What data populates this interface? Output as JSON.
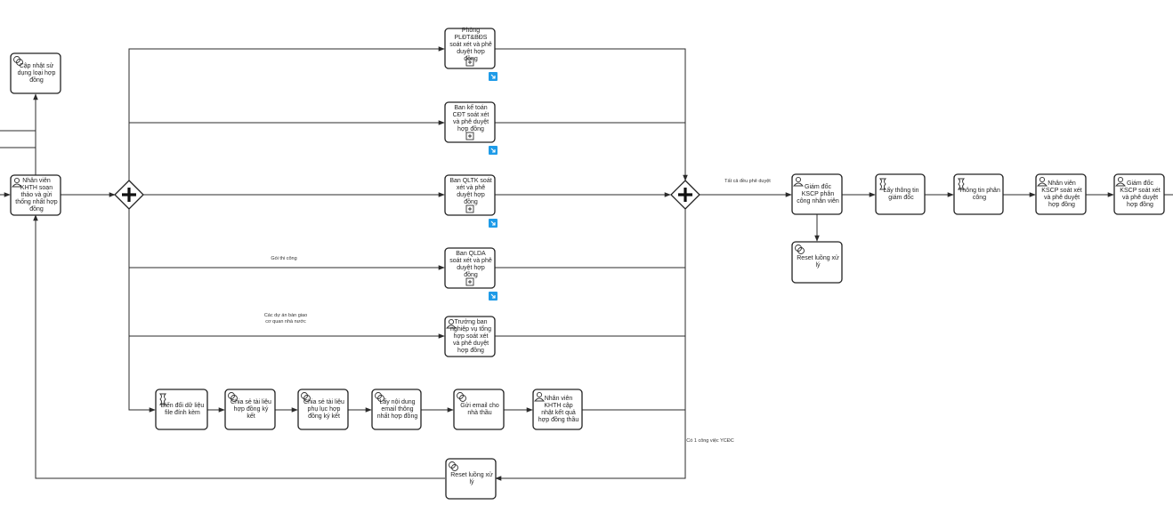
{
  "tasks": {
    "cap_nhat_loai": "Cập nhật sử dụng loại hợp đồng",
    "nv_khth": "Nhân viên KHTH soạn thảo và gửi thống nhất hợp đồng",
    "phong_pldt": "Phòng PLĐT&BĐS soát xét và phê duyệt hợp đồng",
    "ban_ketoan": "Ban kế toán CĐT soát xét và phê duyệt hợp đồng",
    "ban_qltk": "Ban QLTK soát xét và phê duyệt hợp đồng",
    "ban_qlda": "Ban QLDA soát xét và phê duyệt hợp đồng",
    "truong_ban": "Trưởng ban nghiệp vụ tổng hợp soát xét và phê duyệt hợp đồng",
    "bien_doi": "Biến đổi dữ liệu file đính kèm",
    "chia_se_1": "Chia sẻ tài liệu hợp đồng ký kết",
    "chia_se_2": "Chia sẻ tài liệu phụ lục hợp đồng ký kết",
    "lay_noi_dung": "Lấy nội dung email thông nhất hợp đồng",
    "gui_email": "Gửi email cho nhà thầu",
    "nv_cap_nhat": "Nhân viên KHTH cập nhật kết quả hợp đồng thầu",
    "reset_bottom": "Reset luồng xử lý",
    "giam_doc_ph": "Giám đốc KSCP phân công nhân viên",
    "reset_right": "Reset luồng xử lý",
    "lay_thong_tin": "Lấy thông tin giám đốc",
    "thong_tin_pc": "Thông tin phân công",
    "nv_kscp": "Nhân viên KSCP soát xét và phê duyệt hợp đồng",
    "gd_kscp": "Giám đốc KSCP soát xét và phê duyệt hợp đồng"
  },
  "flow_labels": {
    "goi_thi_cong": "Gói thi công",
    "cac_du_an": "Các dự án bàn giao cơ quan nhà nước",
    "tat_ca": "Tất cả đều phê duyệt",
    "co_1_cong_viec": "Có 1 công việc YCĐC"
  },
  "colors": {
    "subprocess_badge": "#1e9be8",
    "stroke": "#222222"
  }
}
